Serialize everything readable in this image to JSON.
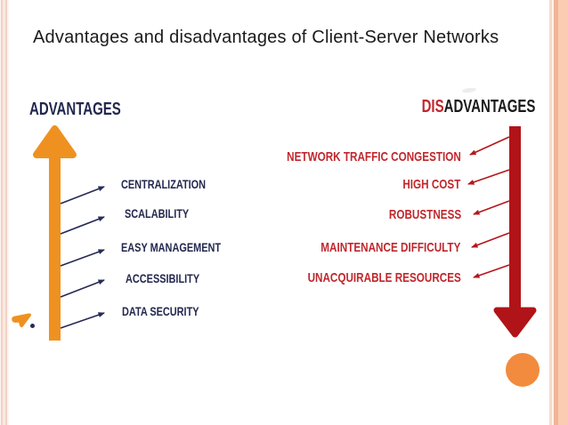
{
  "slide": {
    "title": "Advantages and disadvantages of Client-Server Networks",
    "advantages": {
      "header": "ADVANTAGES",
      "items": [
        "CENTRALIZATION",
        "SCALABILITY",
        "EASY MANAGEMENT",
        "ACCESSIBILITY",
        "DATA SECURITY"
      ]
    },
    "disadvantages": {
      "header_prefix": "DIS",
      "header_rest": "ADVANTAGES",
      "items": [
        "NETWORK TRAFFIC CONGESTION",
        "HIGH COST",
        "ROBUSTNESS",
        "MAINTENANCE DIFFICULTY",
        "UNACQUIRABLE RESOURCES"
      ]
    },
    "icons": {
      "up_arrow": "orange-up-arrow",
      "down_arrow": "red-down-arrow",
      "connector": "thin-arrow-connector",
      "logo_mark": "orange-arrow-logo-mark",
      "decor": "orange-circle"
    },
    "colors": {
      "orange": "#EF9120",
      "orange_circle": "#F28B3D",
      "navy": "#262B55",
      "navy_text": "#23284F",
      "label_red": "#C0272D",
      "arrow_red": "#B11418",
      "title_text": "#1B1B1B",
      "header_black": "#1A1A1A",
      "border_salmon": "#F1B496"
    }
  }
}
